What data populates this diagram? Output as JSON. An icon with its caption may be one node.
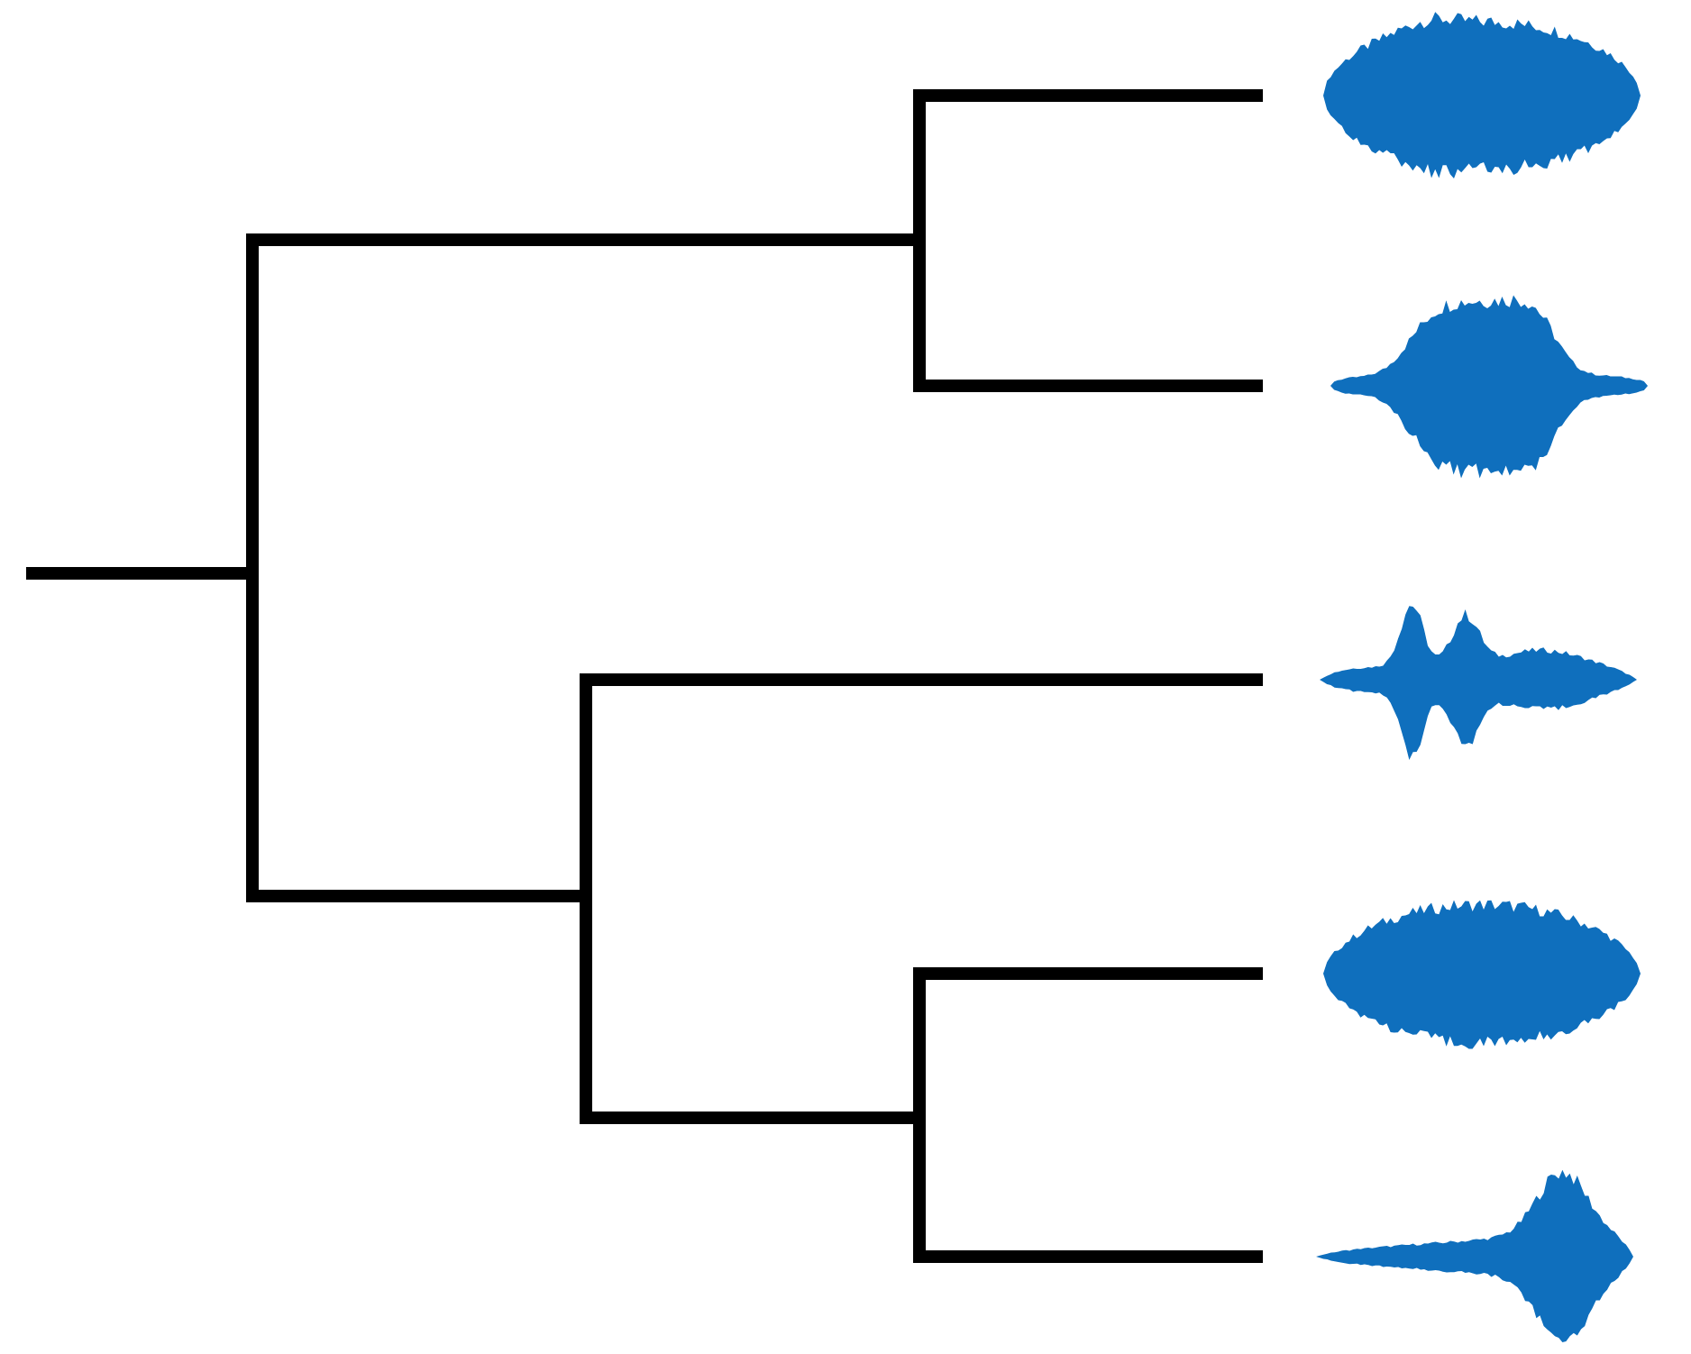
{
  "diagram": {
    "nodes": [
      {
        "text": [],
        "shape": "waveform"
      },
      {
        "text": [],
        "shape": "waveform"
      },
      {
        "text": [],
        "shape": "waveform"
      },
      {
        "text": [],
        "shape": "waveform"
      },
      {
        "text": [],
        "shape": "waveform"
      }
    ]
  }
}
